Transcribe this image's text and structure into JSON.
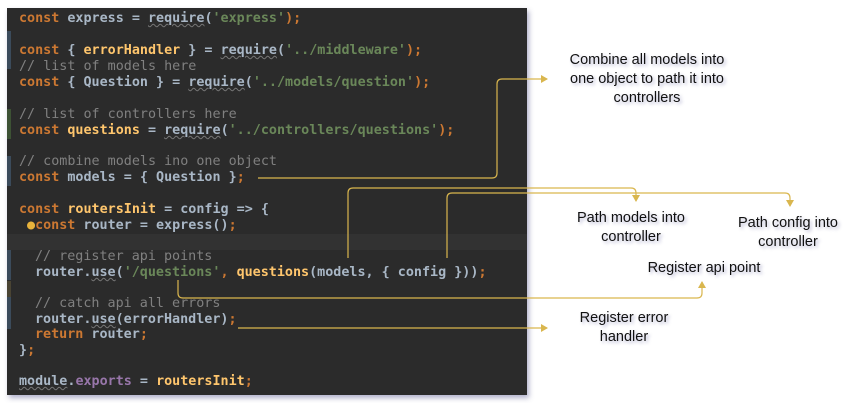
{
  "code": {
    "l1": [
      "const",
      " express = ",
      "require",
      "(",
      "'express'",
      ");"
    ],
    "l3": [
      "const",
      " { ",
      "errorHandler",
      " } = ",
      "require",
      "(",
      "'../middleware'",
      ");"
    ],
    "l4": "// list of models here",
    "l5": [
      "const",
      " { Question } = ",
      "require",
      "(",
      "'../models/question'",
      ");"
    ],
    "l7": "// list of controllers here",
    "l8": [
      "const",
      " ",
      "questions",
      " = ",
      "require",
      "(",
      "'../controllers/questions'",
      ");"
    ],
    "l10": "// combine models ino one object",
    "l11": [
      "const",
      " models = { Question }",
      ";"
    ],
    "l13": [
      "const",
      " ",
      "routersInit",
      " = config => {"
    ],
    "l14": [
      "const",
      " router = express()",
      ";"
    ],
    "l16": "// register api points",
    "l17": [
      "router.",
      "use",
      "(",
      "'/questions'",
      ", ",
      "questions",
      "(models, { config }))",
      ";"
    ],
    "l19": "// catch api all errors",
    "l20": [
      "router.",
      "use",
      "(errorHandler)",
      ";"
    ],
    "l21": [
      "return",
      " router",
      ";"
    ],
    "l22": [
      "}",
      ";"
    ],
    "l24": [
      "module",
      ".",
      "exports",
      " = ",
      "routersInit",
      ";"
    ]
  },
  "annotations": {
    "combine": [
      "Combine all models into",
      "one object to path it into",
      "controllers"
    ],
    "path_models": [
      "Path models into",
      "controller"
    ],
    "path_config": [
      "Path config into",
      "controller"
    ],
    "register_api": "Register api point",
    "register_error": [
      "Register error",
      "handler"
    ]
  },
  "colors": {
    "arrow": "#d9b64e",
    "editor_bg": "#2b2b2b"
  }
}
